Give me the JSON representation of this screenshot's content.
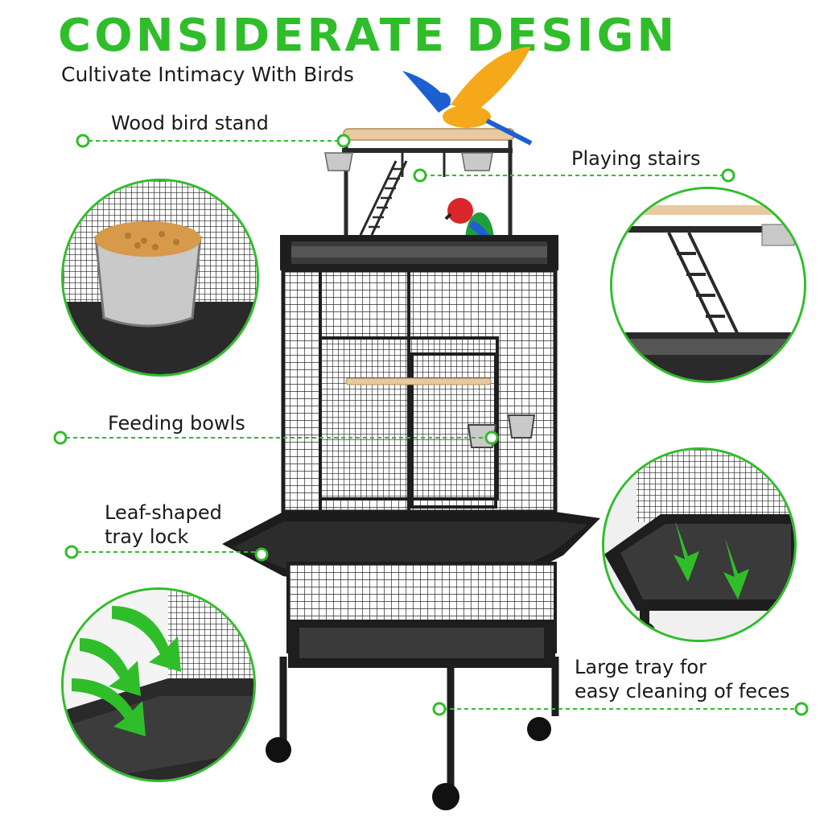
{
  "header": {
    "title": "CONSIDERATE DESIGN",
    "subtitle": "Cultivate Intimacy With Birds"
  },
  "callouts": {
    "wood_stand": "Wood bird stand",
    "playing_stairs": "Playing stairs",
    "feeding_bowls": "Feeding bowls",
    "tray_lock_line1": "Leaf-shaped",
    "tray_lock_line2": "tray lock",
    "large_tray_line1": "Large tray for",
    "large_tray_line2": "easy cleaning of feces"
  },
  "colors": {
    "accent_green": "#2fbe2a",
    "cage_black": "#1e1e1e",
    "wood": "#e8c9a0",
    "steel": "#c9c9c9"
  },
  "icons": {
    "callout_dot": "hollow-circle-marker",
    "arrow": "green-down-arrow"
  }
}
